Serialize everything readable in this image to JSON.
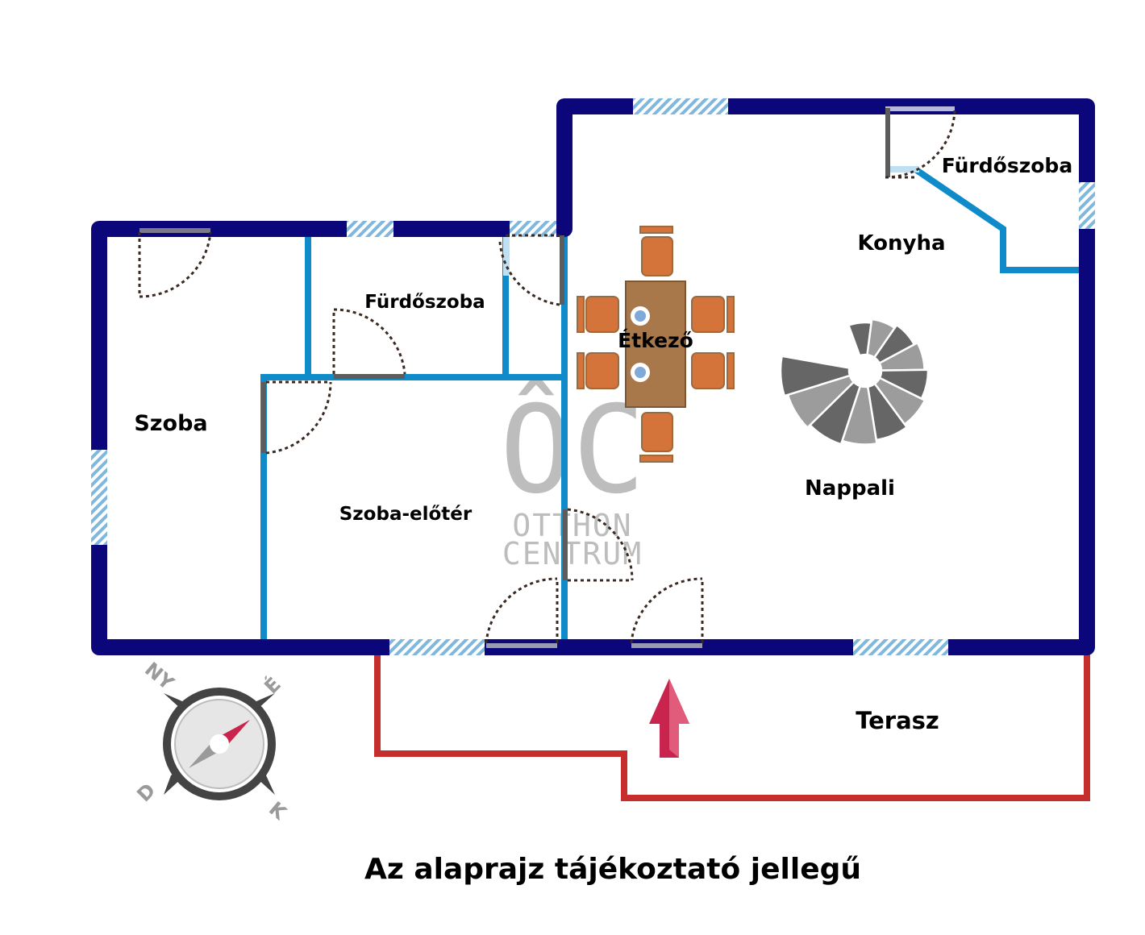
{
  "rooms": {
    "szoba": "Szoba",
    "furdoszoba_left": "Fürdőszoba",
    "szoba_eloter": "Szoba-előtér",
    "etkezo": "Étkező",
    "furdoszoba_right": "Fürdőszoba",
    "konyha": "Konyha",
    "nappali": "Nappali",
    "terasz": "Terasz"
  },
  "compass": {
    "ny": "NY",
    "e": "É",
    "d": "D",
    "k": "K"
  },
  "watermark": {
    "mark": "ÔC",
    "line1": "OTTHON",
    "line2": "CENTRUM"
  },
  "footer": {
    "note": "Az alaprajz tájékoztató jellegű"
  },
  "colors": {
    "outer_wall": "#0b067a",
    "inner_wall": "#108bc9",
    "terrace": "#c62d2d",
    "table": "#a9784a",
    "chair": "#d4733a",
    "entrance_arrow": "#c8244d"
  }
}
